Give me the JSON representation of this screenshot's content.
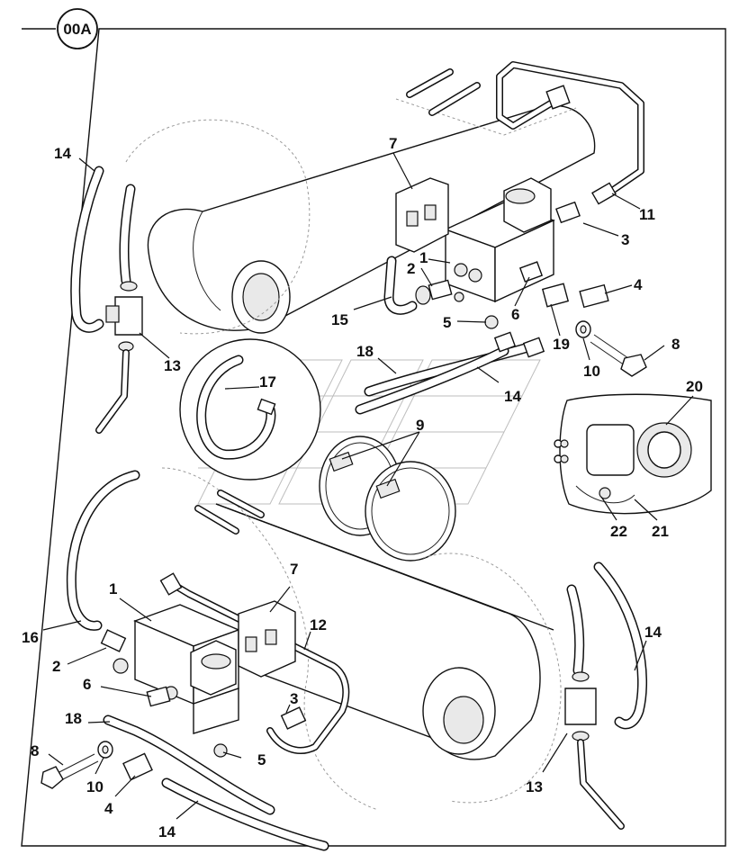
{
  "diagram": {
    "badge": "00A",
    "callouts": {
      "c7_top": "7",
      "c14_top_left": "14",
      "c1_top": "1",
      "c2_top": "2",
      "c11": "11",
      "c3_top": "3",
      "c4_top": "4",
      "c6_top": "6",
      "c15": "15",
      "c5_top": "5",
      "c8_top": "8",
      "c13_left": "13",
      "c18_top": "18",
      "c19": "19",
      "c10_top": "10",
      "c17": "17",
      "c14_mid": "14",
      "c9": "9",
      "c20": "20",
      "c22": "22",
      "c21": "21",
      "c7_bottom": "7",
      "c1_bottom": "1",
      "c12": "12",
      "c16": "16",
      "c2_bottom": "2",
      "c14_right": "14",
      "c6_bottom": "6",
      "c3_bottom": "3",
      "c18_bottom": "18",
      "c8_bottom": "8",
      "c5_bottom": "5",
      "c10_bottom": "10",
      "c4_bottom": "4",
      "c13_right": "13",
      "c14_bottom": "14"
    }
  }
}
